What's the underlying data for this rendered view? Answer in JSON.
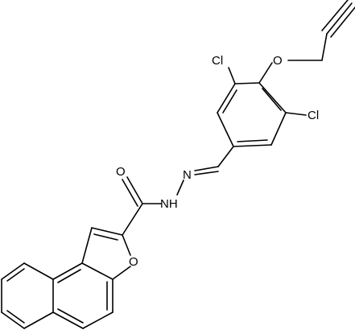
{
  "atoms": {
    "cl_top": "Cl",
    "cl_right": "Cl",
    "o_ether": "O",
    "o_carbonyl": "O",
    "nh": "NH",
    "n_imine": "N",
    "o_furan": "O"
  },
  "colors": {
    "bond": "#000000",
    "label": "#000000",
    "background": "#ffffff"
  }
}
